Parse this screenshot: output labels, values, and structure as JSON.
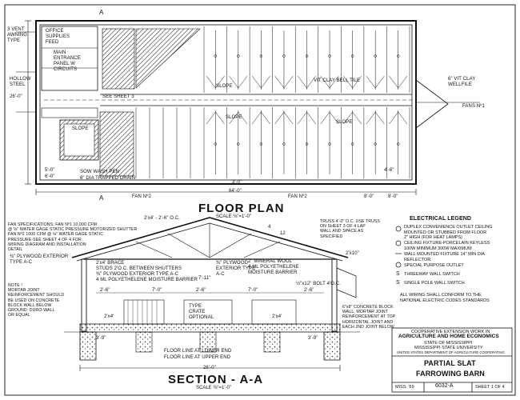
{
  "floor_plan": {
    "title": "FLOOR PLAN",
    "scale": "SCALE ⅛\"=1'-0\"",
    "labels": {
      "vent": "3 VENT\nAWNING\nTYPE",
      "hollow_steel": "HOLLOW\nSTEEL",
      "office": "OFFICE\nSUPPLIES\nFEED",
      "main_entrance": "MAIN\nENTRANCE\nPANEL W\nCIRCUITS",
      "dim_left": "26'-0\"",
      "dim_bottom": "64'-0\"",
      "vit_clay": "VIT CLAY BELL TILE",
      "wellfile": "6\" VIT CLAY\nWELLFILE",
      "fan1": "FANS Nº1",
      "fan2a": "FAN Nº2",
      "fan2b": "FAN Nº2",
      "slope_a": "SLOPE",
      "slope_b": "SLOPE",
      "slope_c": "SLOPE",
      "slope_d": "SLOPE",
      "sow_wash": "SOW WASH PEN",
      "trapped_drain": "6\" DIA TRAPPED DRAIN",
      "sheet_ref": "SEE SHEET 3",
      "dim_a": "8'-0\"",
      "dim_b": "8'-0\"",
      "dim_c": "5'-0\"",
      "dim_d": "6'-0\"",
      "dim_e": "3'-0\"",
      "dim_f": "4'-6\"",
      "sec_mark_a": "A",
      "sec_mark_b": "A"
    }
  },
  "section": {
    "title": "SECTION - A-A",
    "scale": "SCALE ⅜\"=1'-0\"",
    "labels": {
      "fan_specs": "FAN SPECIFICATIONS: FAN Nº1 10,000 CFM\n@ ⅛\" WATER GAGE STATIC PRESSURE MOTORIZED SHUTTER\nFAN Nº2 1000 CFM @ ⅛\" WATER GAGE STATIC\nPRESSURE-SEE SHEET 4 OF 4 FOR\nWIRING DIAGRAM AND INSTALLATION\nDETAIL",
      "top_dims": "2'x4' - 2'-6\" O.C.",
      "truss": "TRUSS 4'-0\" O.C. USE TRUSS\nON SHEET 3 OF 4 LAP\nWALL AND SPACE AS\nSPECIFIED",
      "ply_a": "⅜\" PLYWOOD EXTERIOR\nTYPE A-C",
      "brace": "2'x4' BRACE\nSTUDS 2'O.C. BETWEEN SHUTTERS",
      "ply_b": "⅜\" PLYWOOD EXTERIOR TYPE A-C",
      "poly_a": "4 ML POLYETHELENE MOISTURE BARRIER",
      "ply_c": "⅜\" PLYWOOD\nEXTERIOR TYPE\nA-C",
      "mineral": "2\" MINERAL WOOL\n4 ML POLYETHELENE\nMOISTURE BARRIER",
      "pitch": "4",
      "pitch_b": "12",
      "bolt": "½\"x12\" BOLT 4'O.C.",
      "concrete": "6\"x8\" CONCRETE BLOCK\nWALL, MORTAR JOINT\nREINFORCEMENT AT TOP\nHORIZONTAL JOINT AND\nEACH 2ND JOINT BELOW",
      "note": "NOTE !\nMORTAR JOINT\nREINFORCEMENT SHOULD\nBE USED ON CONCRETE\nBLOCK WALL BELOW\nGROUND: DURO-WALL\nOR EQUAL",
      "crate": "TYPE\nCRATE\nOPTIONAL",
      "floor_low": "FLOOR LINE AT LOWER END",
      "floor_up": "FLOOR LINE AT UPPER END",
      "dim_h": "7'-11\"",
      "dim_w": "26'-0\"",
      "dim_s1": "2'-6\"",
      "dim_s2": "7'-0\"",
      "dim_s3": "2'-6\"",
      "dim_s4": "7'-0\"",
      "dim_s5": "2'-6\"",
      "dim_s6": "3'-9\"",
      "dim_s7": "3'-9\"",
      "dim_x1": "2'x10\"",
      "dim_x2": "2'x4'",
      "dim_x3": "2'x4'"
    }
  },
  "legend": {
    "title": "ELECTRICAL LEGEND",
    "items": [
      "DUPLEX CONVENIENCE OUTLET CEILING\nMOUNTED OR STUBBED FROM FLOOR\n2\" HIGH (FOR HEAT LAMPS)",
      "CEILING FIXTURE-PORCELAIN KEYLESS\n100W MINIMUM 300W MAXIMUM",
      "WALL MOUNTED FIXTURE 14\" MIN DIA\nREFLECTOR",
      "SPECIAL PURPOSE OUTLET",
      "THREEWAY WALL SWITCH",
      "SINGLE POLE WALL SWITCH"
    ],
    "note": "ALL WIRING SHALL CONFORM TO THE\nNATIONAL ELECTRIC CODES STANDARDS"
  },
  "title_block": {
    "line1": "COOPERATIVE EXTENSION WORK IN",
    "line2": "AGRICULTURE AND HOME ECONOMICS",
    "line3": "STATE OF MISSISSIPPI",
    "line4": "MISSISSIPPI STATE UNIVERSITY",
    "line5": "UNITED STATES DEPARTMENT OF AGRICULTURE COOPERATING",
    "title1": "PARTIAL SLAT",
    "title2": "FARROWING BARN",
    "code": "MISS. '69",
    "number": "6032-A",
    "sheet": "SHEET 1 OF 4"
  }
}
